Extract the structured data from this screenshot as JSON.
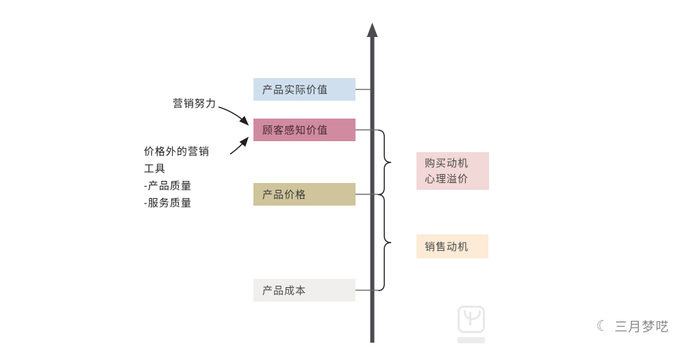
{
  "boxes": [
    {
      "id": "actual",
      "label": "产品实际价值"
    },
    {
      "id": "perceived",
      "label": "顾客感知价值"
    },
    {
      "id": "price",
      "label": "产品价格"
    },
    {
      "id": "cost",
      "label": "产品成本"
    }
  ],
  "annotations": {
    "marketing_effort": "营销努力",
    "non_price_tools": [
      "价格外的营销",
      "工具",
      "-产品质量",
      "-服务质量"
    ]
  },
  "motivation_labels": {
    "purchase": {
      "lines": [
        "购买动机",
        "心理溢价"
      ]
    },
    "sales": {
      "lines": [
        "销售动机"
      ]
    }
  },
  "watermark": {
    "text": "三月梦呓",
    "icon": "crescent-moon-icon"
  },
  "colors": {
    "axis": "#4b4b50",
    "box_actual_value": "#cfdfee",
    "box_perceived_value": "#d08ba1",
    "box_price": "#cfc49b",
    "box_cost": "#f0efed",
    "label_purchase": "#f2d8d6",
    "label_sales": "#fdebd7"
  }
}
